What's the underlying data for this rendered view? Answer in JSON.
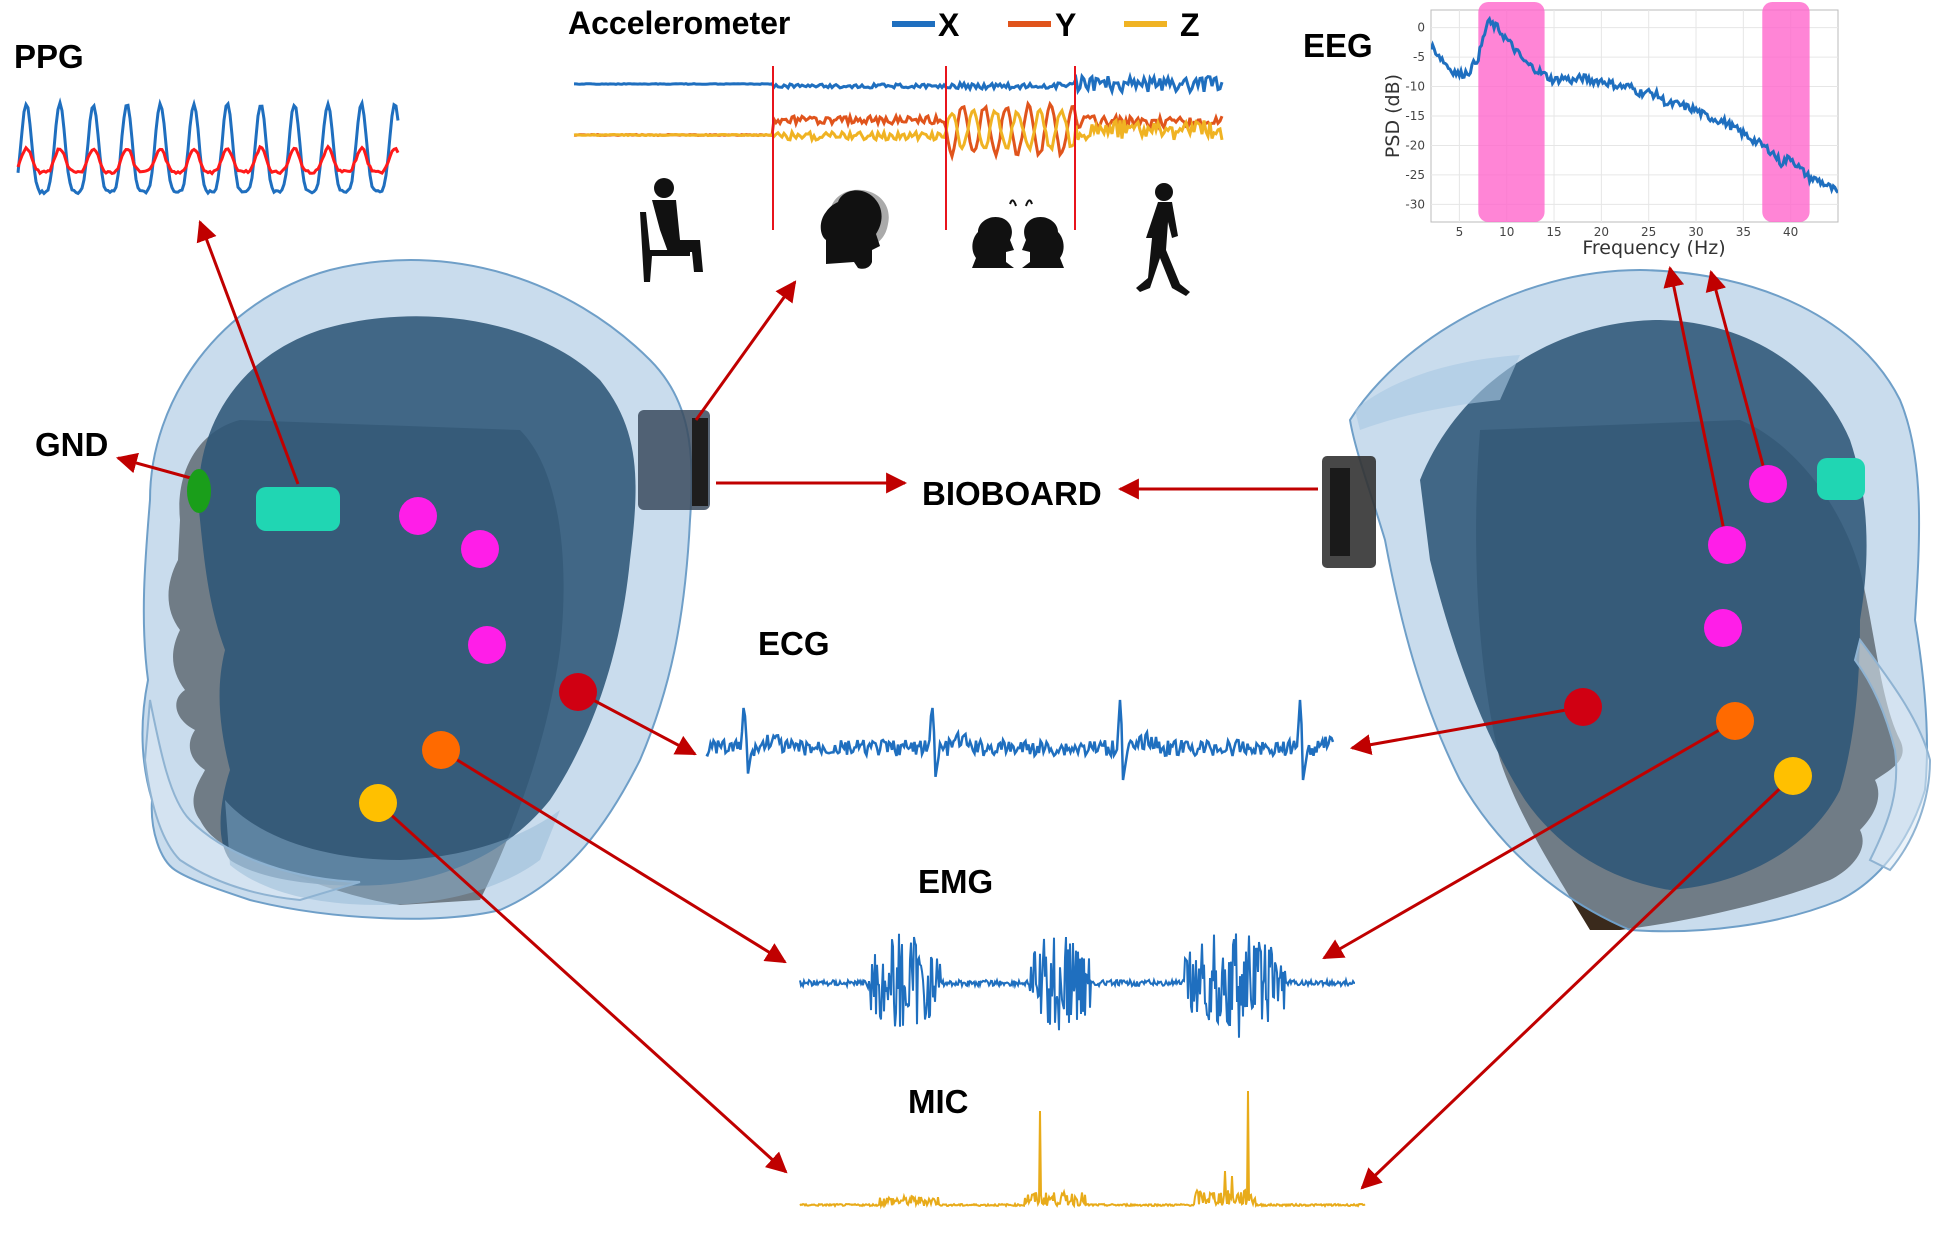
{
  "labels": {
    "ppg": "PPG",
    "accelerometer": "Accelerometer",
    "eeg": "EEG",
    "gnd": "GND",
    "bioboard": "BIOBOARD",
    "ecg": "ECG",
    "emg": "EMG",
    "mic": "MIC"
  },
  "accelerometer_legend": [
    {
      "name": "X",
      "color": "#1f6fbf"
    },
    {
      "name": "Y",
      "color": "#e0541c"
    },
    {
      "name": "Z",
      "color": "#f0b323"
    }
  ],
  "activity_icons": [
    "sitting-person-icon",
    "head-turning-icon",
    "two-people-talking-icon",
    "walking-person-icon"
  ],
  "eeg_chart": {
    "type": "line",
    "xlabel": "Frequency (Hz)",
    "ylabel": "PSD (dB)",
    "xlim": [
      2,
      45
    ],
    "ylim": [
      -33,
      3
    ],
    "xticks": [
      5,
      10,
      15,
      20,
      25,
      30,
      35,
      40
    ],
    "yticks": [
      0,
      -5,
      -10,
      -15,
      -20,
      -25,
      -30
    ],
    "grid": true,
    "highlight_bands": [
      [
        7,
        14
      ],
      [
        37,
        42
      ]
    ],
    "highlight_color": "#ff66cc",
    "line_color": "#1f6fbf",
    "x": [
      2,
      3,
      4,
      5,
      6,
      7,
      8,
      9,
      10,
      11,
      12,
      13,
      14,
      15,
      16,
      17,
      18,
      19,
      20,
      21,
      22,
      23,
      24,
      25,
      26,
      27,
      28,
      29,
      30,
      31,
      32,
      33,
      34,
      35,
      36,
      37,
      38,
      39,
      40,
      41,
      42,
      43,
      44,
      45
    ],
    "y": [
      -3,
      -5,
      -7,
      -8,
      -7.5,
      -5,
      1,
      0,
      -2,
      -4,
      -6,
      -7,
      -8,
      -9,
      -8.5,
      -9,
      -8.5,
      -9,
      -9,
      -9.5,
      -10,
      -10,
      -11,
      -11,
      -11.5,
      -13,
      -13,
      -13.5,
      -14,
      -15,
      -15.5,
      -16,
      -17,
      -18,
      -19,
      -20,
      -21,
      -23,
      -22,
      -24,
      -25.5,
      -26,
      -27,
      -28
    ]
  },
  "electrode_colors": {
    "gnd": "#1a9e1a",
    "ppg": "#20d6b3",
    "eeg": "#ff1ee8",
    "ecg": "#d00012",
    "emg": "#ff6a00",
    "mic": "#ffc000"
  },
  "signal_colors": {
    "ppg_primary": "#1f6fbf",
    "ppg_secondary": "#ff1a1a",
    "ecg": "#1f6fbf",
    "emg": "#1f6fbf",
    "mic": "#e8ab1a"
  },
  "arrow_color": "#c00000"
}
